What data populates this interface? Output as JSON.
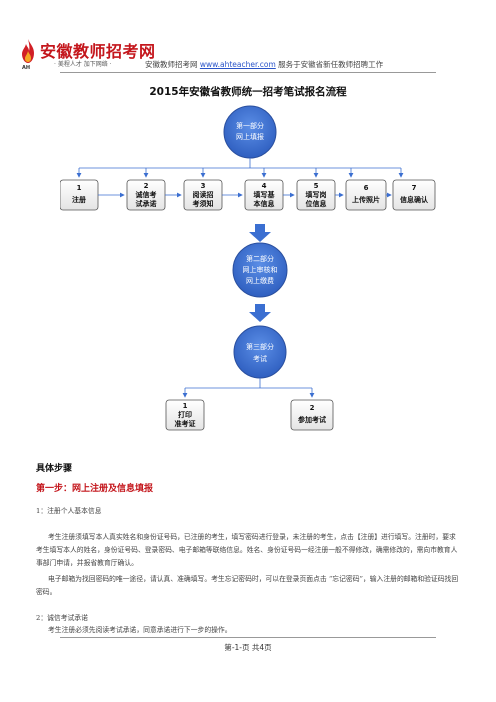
{
  "logo": {
    "title": "安徽教师招考网",
    "slogan": "· 美程人才 加下网络 ·",
    "mark": "AH"
  },
  "header": {
    "prefix": "安徽教师招考网",
    "link": "www.ahteacher.com",
    "suffix": " 服务于安徽省新任教师招聘工作"
  },
  "title": "2015年安徽省教师统一招考笔试报名流程",
  "flow": {
    "stage1": [
      "第一部分",
      "网上填报"
    ],
    "stage2": [
      "第二部分",
      "网上审核和",
      "网上缴费"
    ],
    "stage3": [
      "第三部分",
      "考试"
    ],
    "steps": [
      {
        "num": "1",
        "lines": [
          "注册"
        ]
      },
      {
        "num": "2",
        "lines": [
          "诚信考",
          "试承诺"
        ]
      },
      {
        "num": "3",
        "lines": [
          "阅读招",
          "考须知"
        ]
      },
      {
        "num": "4",
        "lines": [
          "填写基",
          "本信息"
        ]
      },
      {
        "num": "5",
        "lines": [
          "填写岗",
          "位信息"
        ]
      },
      {
        "num": "6",
        "lines": [
          "上传照片"
        ]
      },
      {
        "num": "7",
        "lines": [
          "信息确认"
        ]
      }
    ],
    "exam_steps": [
      {
        "num": "1",
        "lines": [
          "打印",
          "准考证"
        ]
      },
      {
        "num": "2",
        "lines": [
          "参加考试"
        ]
      }
    ]
  },
  "body": {
    "section": "具体步骤",
    "step1": "第一步：网上注册及信息填报",
    "item1": "1：注册个人基本信息",
    "para1": "考生注册须填写本人真实姓名和身份证号码，已注册的考生，填写密码进行登录，未注册的考生，点击【注册】进行填写。注册时，要求考生填写本人的姓名，身份证号码、登录密码、电子邮箱等联络信息。姓名、身份证号码一经注册一般不得修改，确需修改的，需向市教育人事部门申请，并报省教育厅确认。",
    "para2": "电子邮箱为找回密码的唯一途径，请认真、准确填写。考生忘记密码时，可以在登录页面点击 “忘记密码”，输入注册的邮箱和验证码找回密码。",
    "item2": "2：诚信考试承诺",
    "para3": "考生注册必须先阅读考试承诺，同意承诺进行下一步的操作。"
  },
  "footer": "第-1-页    共4页",
  "colors": {
    "accent": "#c4161c",
    "node": "#3b6fd1",
    "arrow": "#3b6fd1"
  }
}
